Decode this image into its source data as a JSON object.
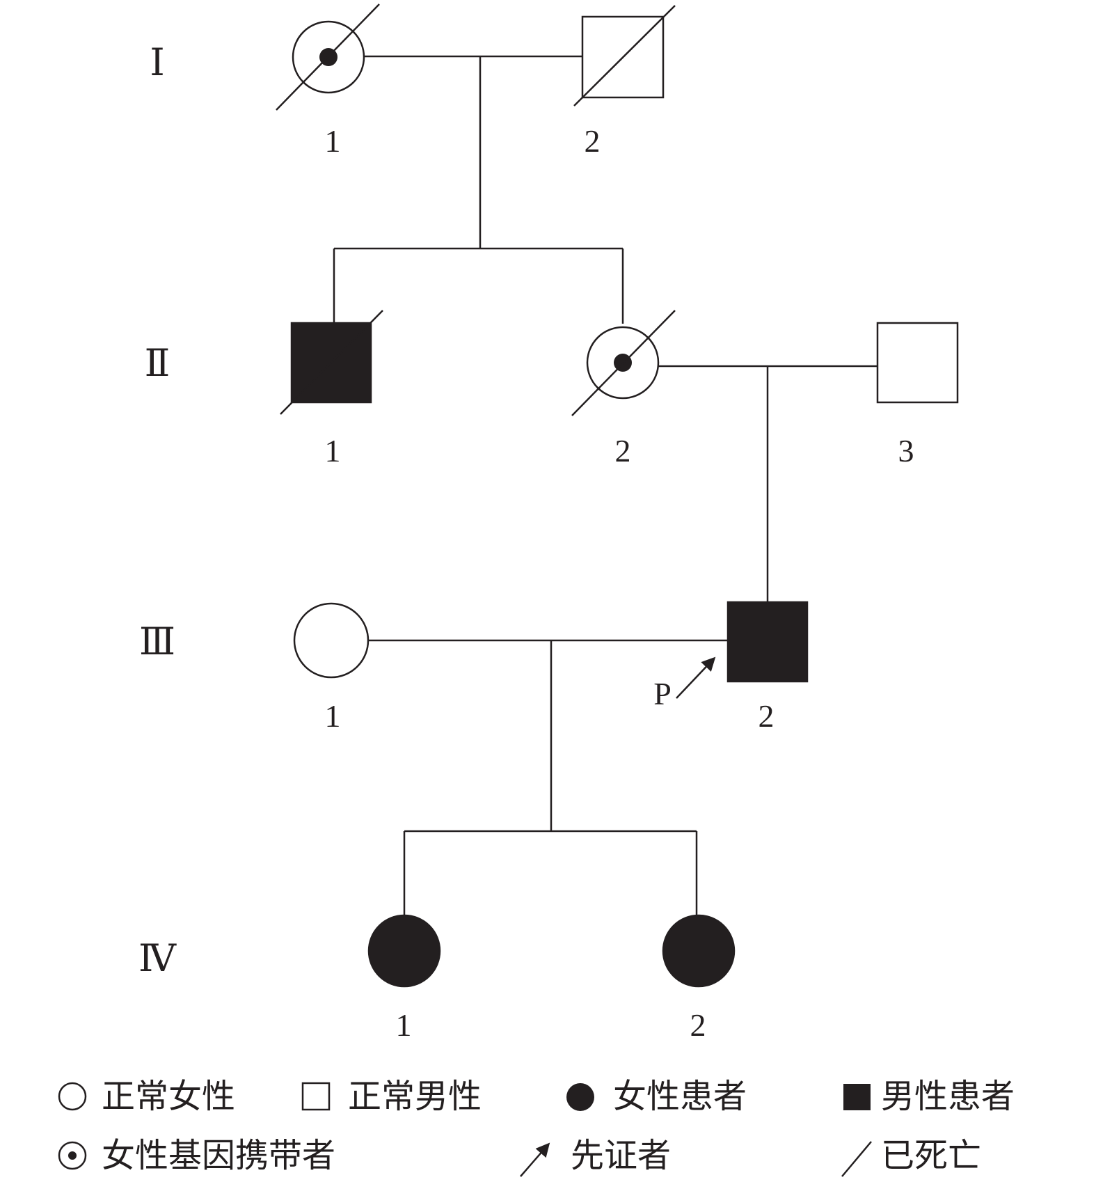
{
  "generations": [
    "Ⅰ",
    "Ⅱ",
    "Ⅲ",
    "Ⅳ"
  ],
  "individual_numbers": {
    "I1": "1",
    "I2": "2",
    "II1": "1",
    "II2": "2",
    "II3": "3",
    "III1": "1",
    "III2": "2",
    "IV1": "1",
    "IV2": "2"
  },
  "proband_marker": "P",
  "individuals": [
    {
      "id": "I-1",
      "sex": "female",
      "status": "carrier",
      "deceased": true
    },
    {
      "id": "I-2",
      "sex": "male",
      "status": "normal",
      "deceased": true
    },
    {
      "id": "II-1",
      "sex": "male",
      "status": "affected",
      "deceased": true
    },
    {
      "id": "II-2",
      "sex": "female",
      "status": "carrier",
      "deceased": true
    },
    {
      "id": "II-3",
      "sex": "male",
      "status": "normal",
      "deceased": false
    },
    {
      "id": "III-1",
      "sex": "female",
      "status": "normal",
      "deceased": false
    },
    {
      "id": "III-2",
      "sex": "male",
      "status": "affected",
      "deceased": false,
      "proband": true
    },
    {
      "id": "IV-1",
      "sex": "female",
      "status": "affected",
      "deceased": false
    },
    {
      "id": "IV-2",
      "sex": "female",
      "status": "affected",
      "deceased": false
    }
  ],
  "legend": {
    "normal_female": "正常女性",
    "normal_male": "正常男性",
    "affected_female": "女性患者",
    "affected_male": "男性患者",
    "carrier_female": "女性基因携带者",
    "proband": "先证者",
    "deceased": "已死亡"
  },
  "colors": {
    "ink": "#231f20",
    "background": "#ffffff"
  }
}
